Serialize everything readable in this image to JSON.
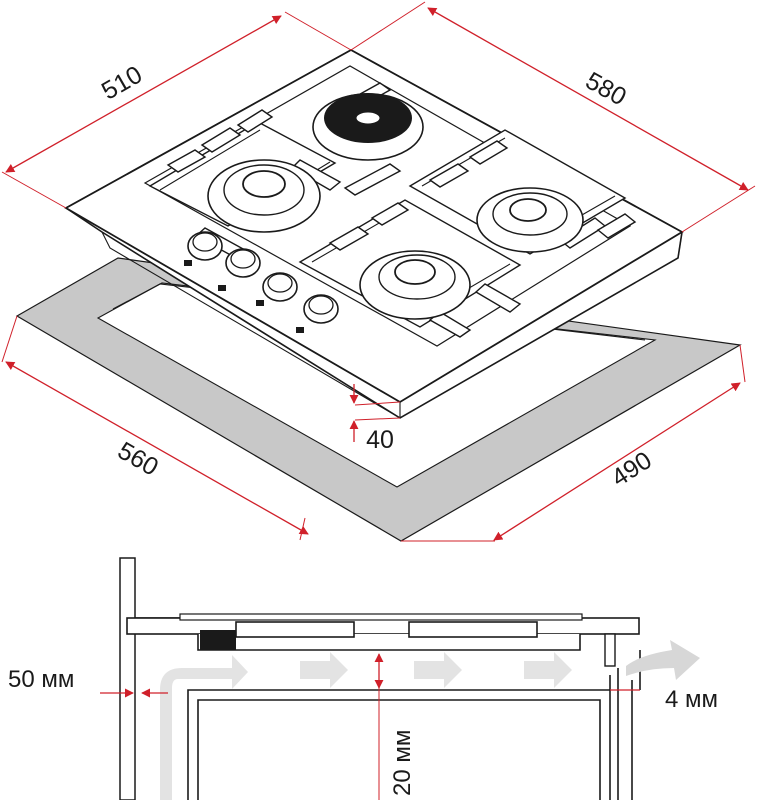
{
  "top_view": {
    "hob_width": "580",
    "hob_depth": "510",
    "cutout_width": "560",
    "cutout_depth": "490",
    "height": "40"
  },
  "side_view": {
    "wall_gap": "50 мм",
    "clearance": "20 мм",
    "front_gap": "4 мм"
  },
  "colors": {
    "dimension_line": "#d0202a",
    "outline": "#1a1a1a",
    "cutout_fill": "#c8c8c8",
    "airflow_arrow": "#e3e3e3"
  },
  "icons": [
    "gas-burner-icon",
    "electric-plate-icon",
    "control-knob-icon",
    "airflow-arrow-icon"
  ]
}
